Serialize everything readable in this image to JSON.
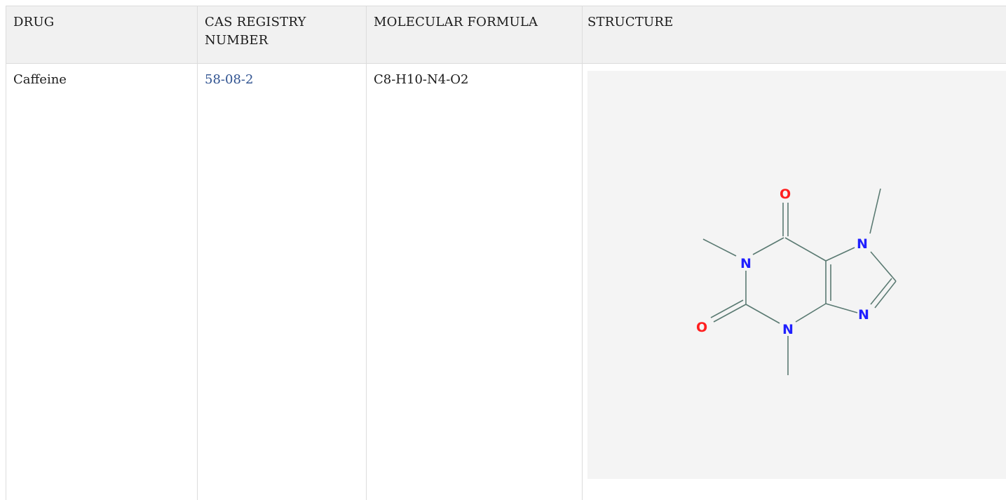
{
  "table": {
    "headers": [
      "DRUG",
      "CAS REGISTRY NUMBER",
      "MOLECULAR FORMULA",
      "STRUCTURE"
    ],
    "header_lines": {
      "cas_line1": "CAS REGISTRY",
      "cas_line2": "NUMBER"
    },
    "rows": [
      {
        "drug": "Caffeine",
        "cas_number": "58-08-2",
        "formula": "C8-H10-N4-O2",
        "structure": {
          "atoms": [
            {
              "symbol": "O",
              "role": "carbonyl-oxygen-top",
              "color": "#ff1f1f"
            },
            {
              "symbol": "O",
              "role": "carbonyl-oxygen-left",
              "color": "#ff1f1f"
            },
            {
              "symbol": "N",
              "role": "nitrogen-1",
              "color": "#1f1fff"
            },
            {
              "symbol": "N",
              "role": "nitrogen-3",
              "color": "#1f1fff"
            },
            {
              "symbol": "N",
              "role": "nitrogen-7",
              "color": "#1f1fff"
            },
            {
              "symbol": "N",
              "role": "nitrogen-9",
              "color": "#1f1fff"
            }
          ]
        }
      }
    ]
  },
  "colors": {
    "link": "#2f5290",
    "header_bg": "#f1f1f1",
    "border": "#dcdcdc",
    "structure_bg": "#f4f4f4",
    "bond": "#5a7a72",
    "oxygen": "#ff1f1f",
    "nitrogen": "#1f1fff"
  }
}
